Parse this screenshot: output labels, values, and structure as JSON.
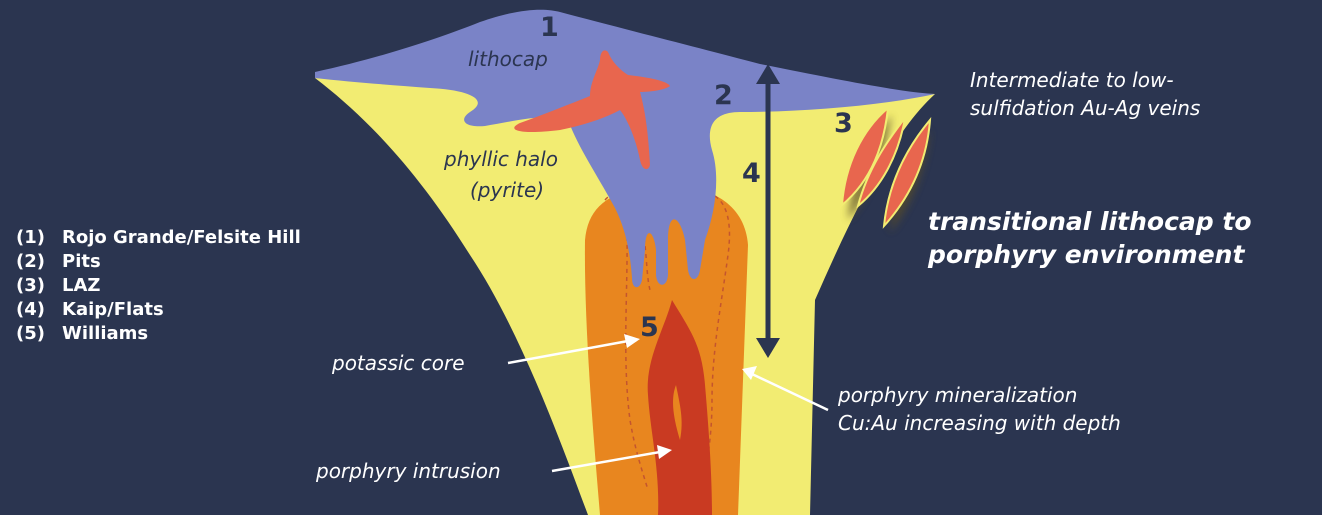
{
  "zones": {
    "lithocap": "lithocap",
    "phyllic_halo_line1": "phyllic halo",
    "phyllic_halo_line2": "(pyrite)",
    "potassic_core": "potassic core",
    "porphyry_intrusion": "porphyry intrusion",
    "mineralization_line1": "porphyry mineralization",
    "mineralization_line2": "Cu:Au increasing with depth",
    "veins_line1": "Intermediate to low-",
    "veins_line2": "sulfidation Au-Ag veins",
    "transition_line1": "transitional lithocap to",
    "transition_line2": "porphyry environment"
  },
  "markers": [
    "1",
    "2",
    "3",
    "4",
    "5"
  ],
  "legend": [
    {
      "key": "(1)",
      "label": "Rojo Grande/Felsite Hill"
    },
    {
      "key": "(2)",
      "label": "Pits"
    },
    {
      "key": "(3)",
      "label": "LAZ"
    },
    {
      "key": "(4)",
      "label": "Kaip/Flats"
    },
    {
      "key": "(5)",
      "label": "Williams"
    }
  ],
  "colors": {
    "background": "#2b3550",
    "yellow_zone": "#f2ec72",
    "lithocap": "#7a83c7",
    "lithocap_veins": "#e8664e",
    "potassic": "#e8861f",
    "intrusion": "#c93a22",
    "text_dark": "#2b3550"
  }
}
